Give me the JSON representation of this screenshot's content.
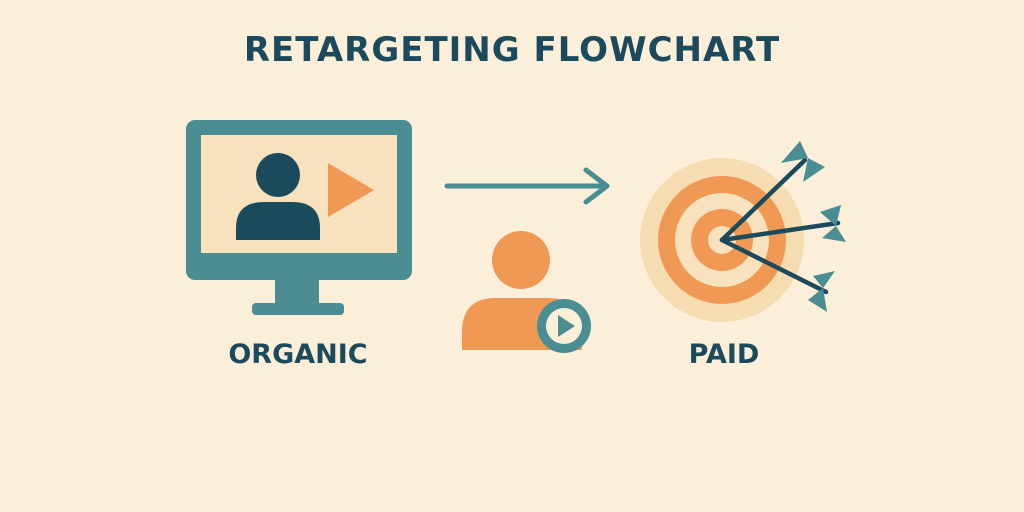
{
  "title": "RETARGETING FLOWCHART",
  "nodes": {
    "organic": {
      "label": "ORGANIC",
      "icon": "monitor-video-icon"
    },
    "audience": {
      "icon": "user-play-icon"
    },
    "paid": {
      "label": "PAID",
      "icon": "target-arrows-icon"
    }
  },
  "connector": {
    "icon": "arrow-right-icon"
  },
  "colors": {
    "background": "#fcefd9",
    "teal": "#4a8d92",
    "navy": "#1b4a5c",
    "orange": "#ef9955",
    "peach": "#f8e1bd",
    "halo": "#f6dcb1"
  }
}
